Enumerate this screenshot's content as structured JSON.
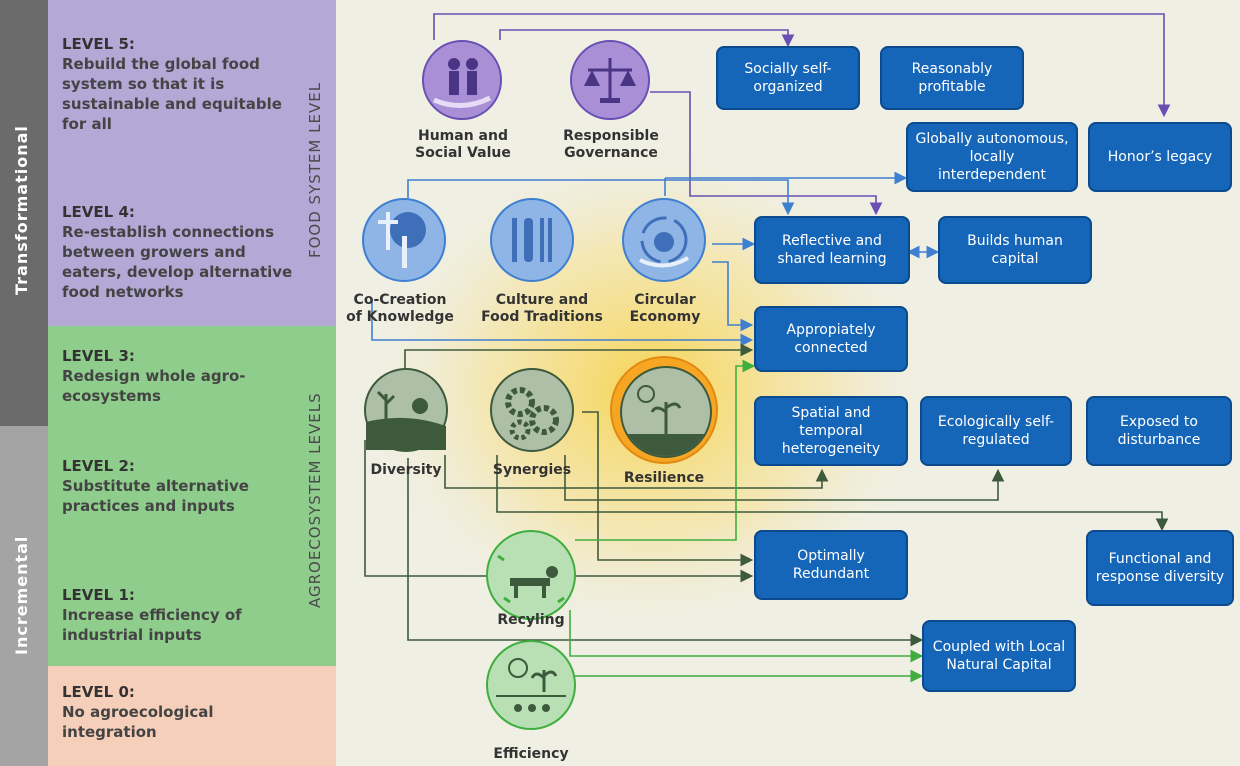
{
  "colors": {
    "transformational_band": "#6b6b6b",
    "incremental_band": "#a4a4a4",
    "food_system_bg": "#b3a8d6",
    "agroecosystem_bg": "#8fcd8c",
    "level0_bg": "#f6cfba",
    "box_fill": "#1565b8",
    "purple": "#6a4fb3",
    "blue": "#3f7fd0",
    "dark_green": "#3d5a3c",
    "light_green": "#3fae3f",
    "glow": "#f6d24a"
  },
  "side_labels": {
    "transformational": "Transformational",
    "incremental": "Incremental",
    "food_system_level": "FOOD SYSTEM LEVEL",
    "agroecosystem_levels": "AGROECOSYSTEM LEVELS"
  },
  "levels": [
    {
      "title": "LEVEL 5:",
      "desc": "Rebuild the global food system so that it is sustainable and equitable for all"
    },
    {
      "title": "LEVEL 4:",
      "desc": "Re-establish connections between growers and eaters, develop alternative food networks"
    },
    {
      "title": "LEVEL 3:",
      "desc": "Redesign whole agro-ecosystems"
    },
    {
      "title": "LEVEL 2:",
      "desc": "Substitute alternative practices and inputs"
    },
    {
      "title": "LEVEL 1:",
      "desc": "Increase efficiency of industrial inputs"
    },
    {
      "title": "LEVEL 0:",
      "desc": "No agroecological integration"
    }
  ],
  "elements": {
    "human_social_value": "Human and Social Value",
    "responsible_governance": "Responsible Governance",
    "co_creation": "Co-Creation of Knowledge",
    "culture_food": "Culture and Food Traditions",
    "circular_economy": "Circular Economy",
    "diversity": "Diversity",
    "synergies": "Synergies",
    "resilience": "Resilience",
    "recycling": "Recyling",
    "efficiency": "Efficiency"
  },
  "properties": {
    "socially_self_organized": "Socially self-organized",
    "reasonably_profitable": "Reasonably profitable",
    "globally_autonomous": "Globally autonomous, locally interdependent",
    "honors_legacy": "Honor’s legacy",
    "reflective_learning": "Reflective and shared learning",
    "builds_human_capital": "Builds human capital",
    "appropriately_connected": "Appropiately connected",
    "spatial_temporal": "Spatial and temporal heterogeneity",
    "ecologically_self_regulated": "Ecologically self-regulated",
    "exposed_disturbance": "Exposed to disturbance",
    "optimally_redundant": "Optimally Redundant",
    "functional_response": "Functional and response diversity",
    "coupled_natural_capital": "Coupled with Local Natural Capital"
  }
}
